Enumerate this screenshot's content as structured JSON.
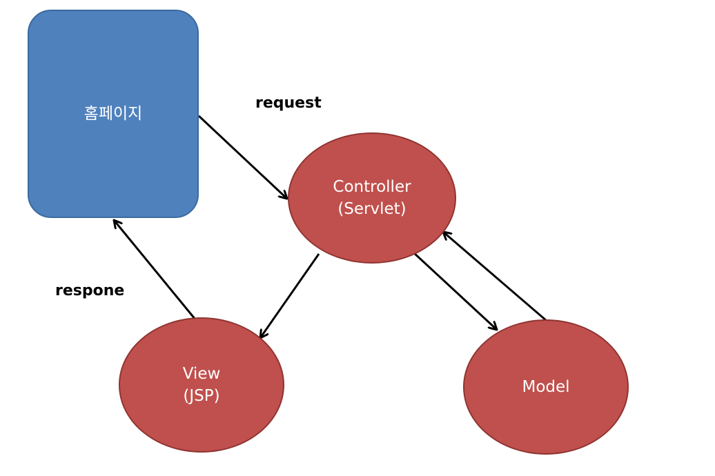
{
  "nodes": {
    "homepage": {
      "label": "홈페이지",
      "color": "#4f81bd"
    },
    "controller": {
      "line1": "Controller",
      "line2": "(Servlet)",
      "color": "#c0504d"
    },
    "view": {
      "line1": "View",
      "line2": "(JSP)",
      "color": "#c0504d"
    },
    "model": {
      "label": "Model",
      "color": "#c0504d"
    }
  },
  "edge_labels": {
    "request": "request",
    "respone": "respone"
  },
  "edges": [
    {
      "from": "homepage",
      "to": "controller",
      "label": "request"
    },
    {
      "from": "controller",
      "to": "view"
    },
    {
      "from": "controller",
      "to": "model"
    },
    {
      "from": "model",
      "to": "controller"
    },
    {
      "from": "view",
      "to": "homepage",
      "label": "respone"
    }
  ]
}
